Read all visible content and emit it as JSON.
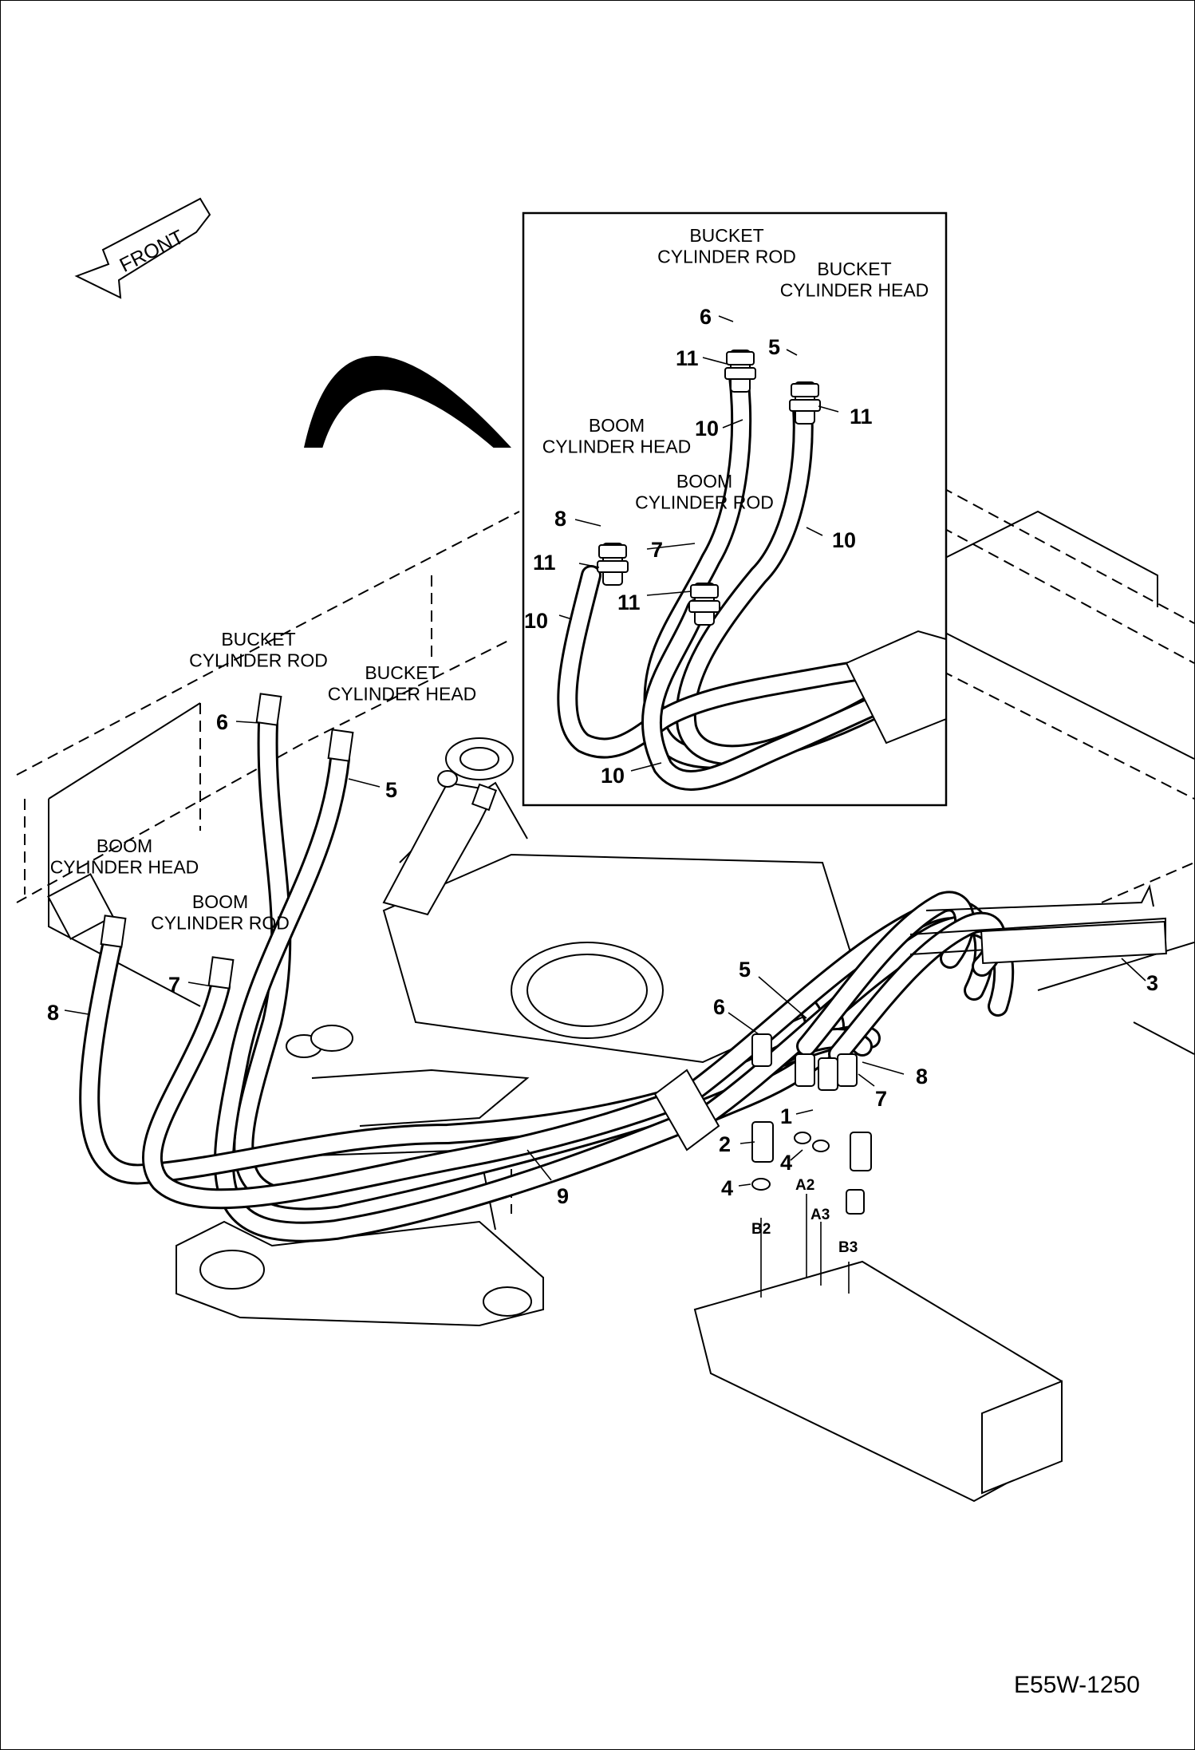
{
  "front_arrow_label": "FRONT",
  "drawing_number": "E55W-1250",
  "inset": {
    "hose_labels": {
      "bucket_rod": "BUCKET\nCYLINDER ROD",
      "bucket_head": "BUCKET\nCYLINDER HEAD",
      "boom_head": "BOOM\nCYLINDER HEAD",
      "boom_rod": "BOOM\nCYLINDER ROD"
    },
    "callouts": {
      "c6": "6",
      "c5": "5",
      "c11a": "11",
      "c11b": "11",
      "c10a": "10",
      "c8": "8",
      "c7": "7",
      "c10b": "10",
      "c11c": "11",
      "c11d": "11",
      "c10c": "10",
      "c10d": "10"
    }
  },
  "main": {
    "hose_labels": {
      "bucket_rod": "BUCKET\nCYLINDER ROD",
      "bucket_head": "BUCKET\nCYLINDER HEAD",
      "boom_head": "BOOM\nCYLINDER HEAD",
      "boom_rod": "BOOM\nCYLINDER ROD"
    },
    "callouts": {
      "c6": "6",
      "c5": "5",
      "c7": "7",
      "c8": "8",
      "c9": "9",
      "c3": "3",
      "v5": "5",
      "v6": "6",
      "v8": "8",
      "v7": "7",
      "v1": "1",
      "v2": "2",
      "v4a": "4",
      "v4b": "4"
    },
    "ports": {
      "b2": "B2",
      "a2": "A2",
      "a3": "A3",
      "b3": "B3"
    }
  }
}
